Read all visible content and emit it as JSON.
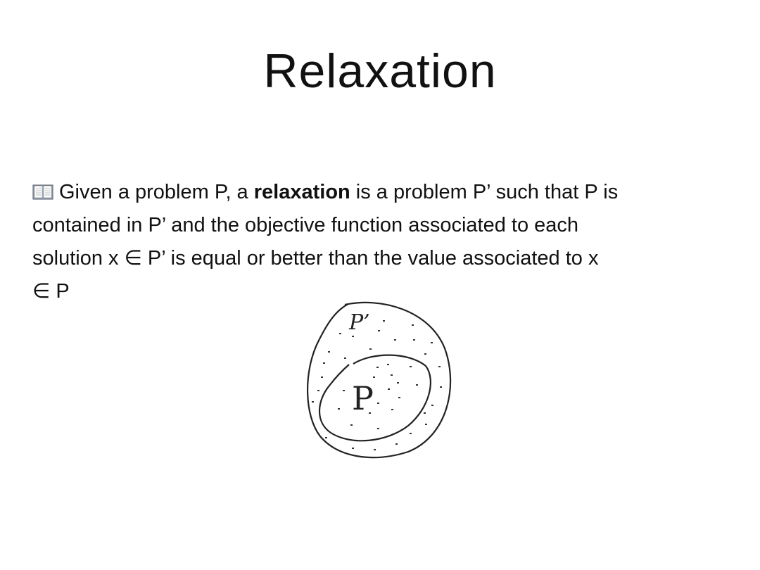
{
  "slide": {
    "title": "Relaxation",
    "definition": {
      "icon": "open-book-icon",
      "lines": [
        [
          "Given a problem ",
          "P",
          ", a ",
          "relaxation",
          " is a problem ",
          "P’",
          " such that ",
          "P",
          " is"
        ],
        [
          "contained in ",
          "P’",
          " and the objective function associated to each"
        ],
        [
          "solution ",
          "x",
          " ∈ ",
          "P’",
          " is equal or better than the value associated to ",
          "x"
        ],
        [
          "∈ ",
          "P"
        ]
      ]
    },
    "figure": {
      "outer_label": "P’",
      "inner_label": "P"
    }
  }
}
